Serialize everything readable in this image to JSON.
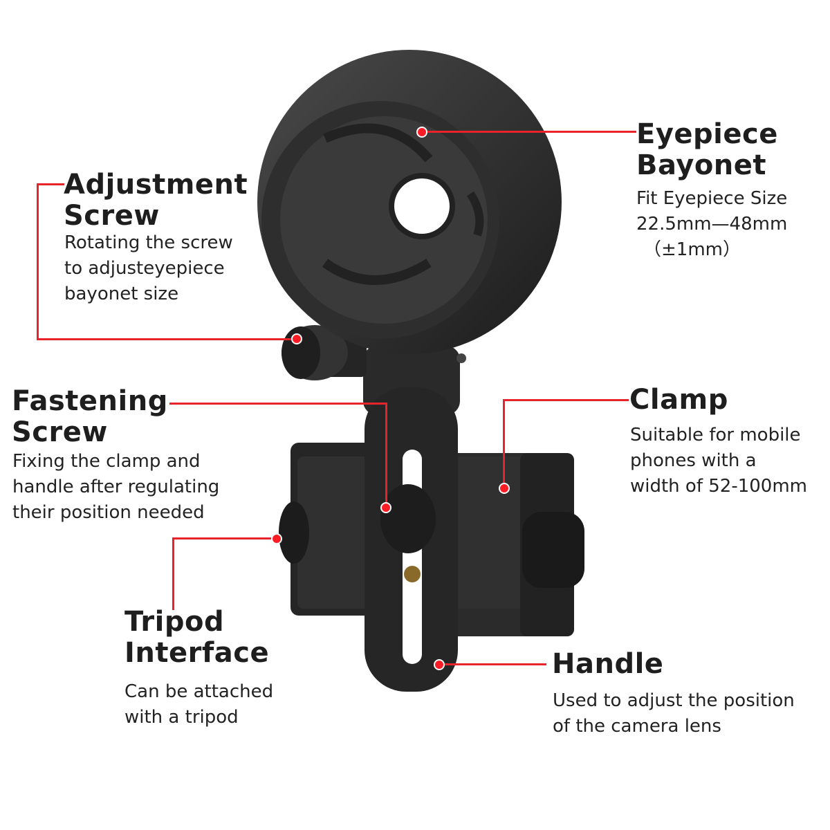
{
  "callouts": {
    "eyepiece_bayonet": {
      "title1": "Eyepiece",
      "title2": "Bayonet",
      "lines": [
        "Fit Eyepiece Size",
        "22.5mm—48mm",
        "（±1mm）"
      ]
    },
    "adjustment_screw": {
      "title1": "Adjustment",
      "title2": "Screw",
      "lines": [
        "Rotating the screw",
        "to adjusteyepiece",
        "bayonet size"
      ]
    },
    "fastening_screw": {
      "title1": "Fastening",
      "title2": "Screw",
      "lines": [
        "Fixing the clamp and",
        "handle after regulating",
        "their position needed"
      ]
    },
    "clamp": {
      "title1": "Clamp",
      "lines": [
        "Suitable for mobile",
        "phones with a",
        "width of 52-100mm"
      ]
    },
    "tripod_interface": {
      "title1": "Tripod",
      "title2": "Interface",
      "lines": [
        "Can be attached",
        "with a tripod"
      ]
    },
    "handle": {
      "title1": "Handle",
      "lines": [
        "Used to adjust the position",
        "of the camera lens"
      ]
    }
  },
  "colors": {
    "accent": "#e8232a",
    "product": "#2a2a2a"
  }
}
